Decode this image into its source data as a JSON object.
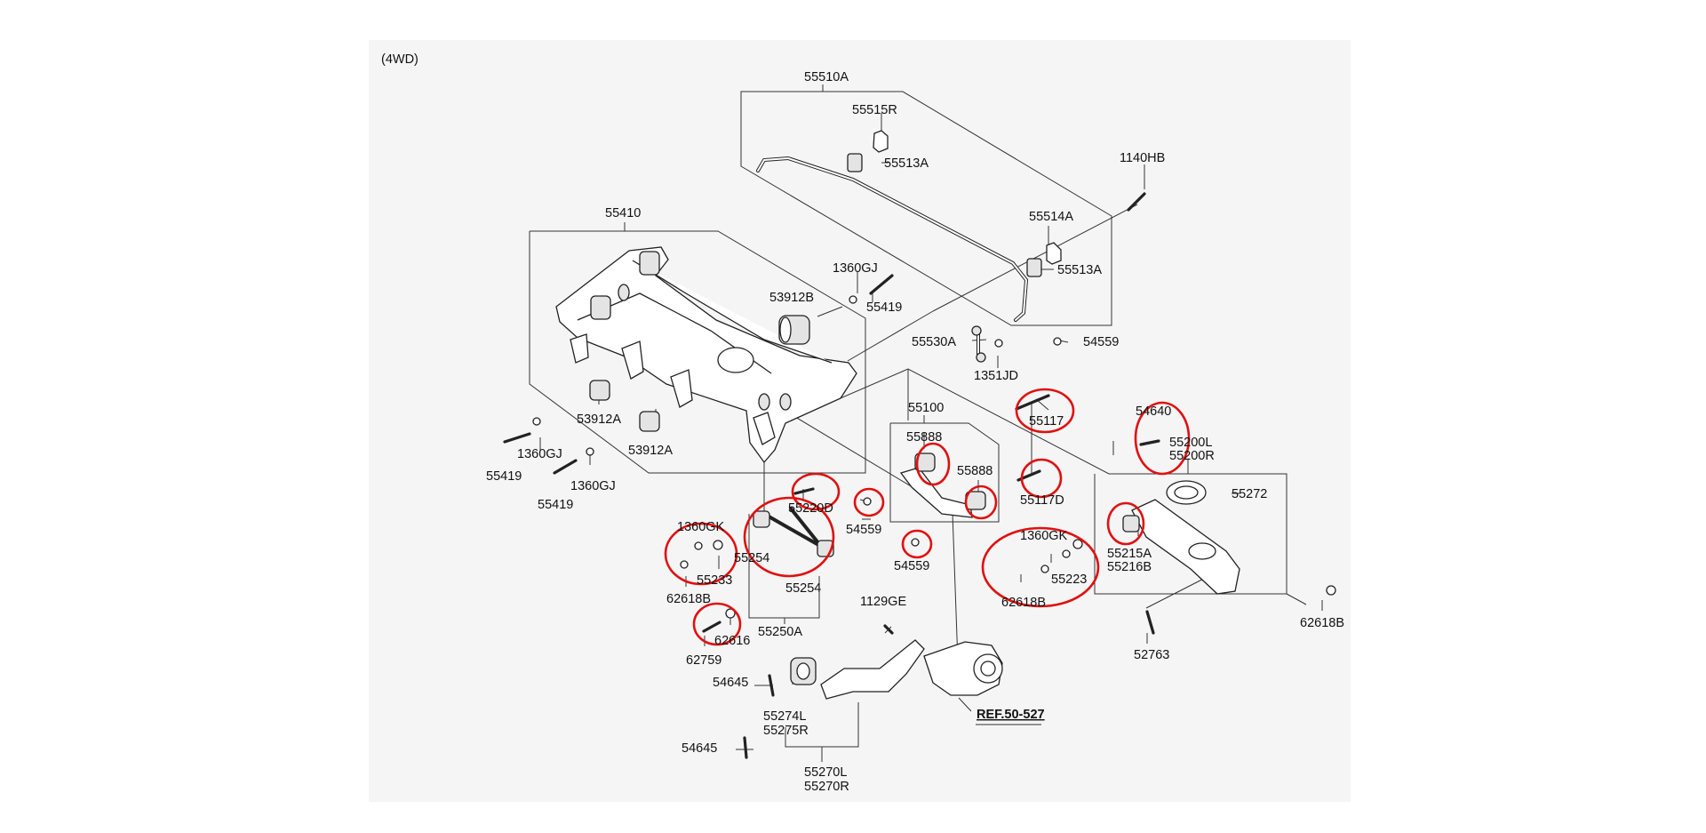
{
  "diagram": {
    "variant": "(4WD)",
    "parts": {
      "p55510A": "55510A",
      "p55515R": "55515R",
      "p55513A_1": "55513A",
      "p1140HB": "1140HB",
      "p55514A": "55514A",
      "p55513A_2": "55513A",
      "p55410": "55410",
      "p1360GJ_1": "1360GJ",
      "p53912B": "53912B",
      "p55419_1": "55419",
      "p55530A": "55530A",
      "p54559_1": "54559",
      "p1351JD": "1351JD",
      "p53912A_1": "53912A",
      "p53912A_2": "53912A",
      "p1360GJ_2": "1360GJ",
      "p1360GJ_3": "1360GJ",
      "p55419_2": "55419",
      "p55419_3": "55419",
      "p55100": "55100",
      "p55888_1": "55888",
      "p55888_2": "55888",
      "p55117": "55117",
      "p55117D": "55117D",
      "p54640": "54640",
      "p55200L": "55200L",
      "p55200R": "55200R",
      "p55272": "55272",
      "p55220D": "55220D",
      "p54559_2": "54559",
      "p54559_3": "54559",
      "p1360GK_1": "1360GK",
      "p55233": "55233",
      "p62618B_1": "62618B",
      "p55254_1": "55254",
      "p55254_2": "55254",
      "p55250A": "55250A",
      "p62616": "62616",
      "p62759": "62759",
      "p1360GK_2": "1360GK",
      "p55223": "55223",
      "p62618B_2": "62618B",
      "p55215A": "55215A",
      "p55216B": "55216B",
      "p62618B_3": "62618B",
      "p52763": "52763",
      "p1129GE": "1129GE",
      "p54645_1": "54645",
      "p54645_2": "54645",
      "p55274L": "55274L",
      "p55275R": "55275R",
      "p55270L": "55270L",
      "p55270R": "55270R",
      "ref": "REF.50-527"
    },
    "colors": {
      "background": "#f5f5f5",
      "highlight": "#e01010",
      "line": "#333333"
    }
  }
}
